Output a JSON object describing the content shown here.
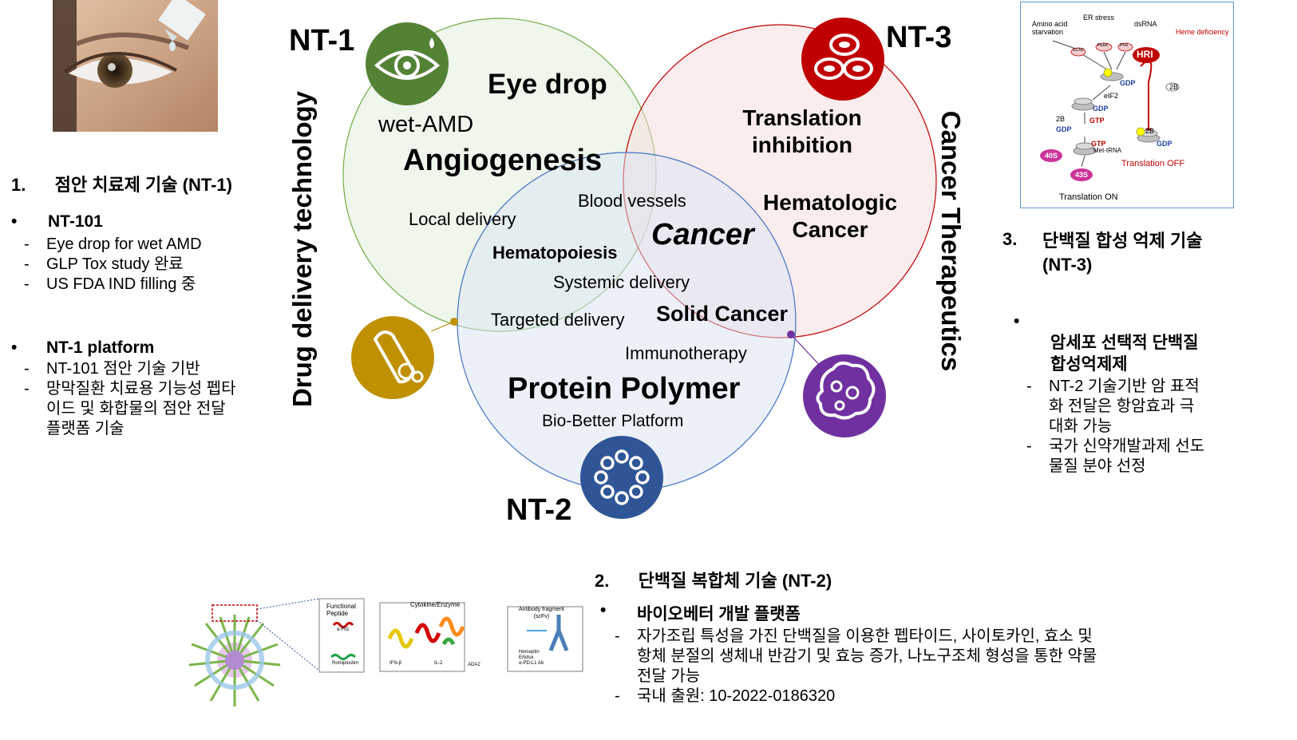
{
  "nt1": {
    "label": "NT-1",
    "section_num": "1.",
    "section_title": "점안 치료제 기술 (NT-1)",
    "bullet1": "NT-101",
    "bullet1_items": [
      "Eye drop for wet AMD",
      "GLP Tox study 완료",
      "US FDA IND filling 중"
    ],
    "bullet2": "NT-1 platform",
    "bullet2_items": [
      "NT-101 점안 기술 기반",
      "망막질환 치료용 기능성 펩타\n이드 및 화합물의 점안 전달\n플랫폼 기술"
    ]
  },
  "nt2": {
    "label": "NT-2",
    "section_num": "2.",
    "section_title": "단백질 복합체 기술 (NT-2)",
    "bullet1": "바이오베터 개발 플랫폼",
    "items": [
      "자가조립 특성을 가진 단백질을 이용한 펩타이드, 사이토카인, 효소 및\n항체 분절의 생체내 반감기 및 효능 증가, 나노구조체 형성을 통한 약물\n전달 가능",
      "국내 출원: 10-2022-0186320"
    ]
  },
  "nt3": {
    "label": "NT-3",
    "section_num": "3.",
    "section_title": "단백질 합성 억제 기술\n(NT-3)",
    "bullet1": "암세포 선택적 단백질\n합성억제제",
    "items": [
      "NT-2 기술기반 암 표적\n화 전달은 항암효과 극\n대화 가능",
      "국가 신약개발과제 선도\n물질 분야 선정"
    ]
  },
  "venn": {
    "side_left": "Drug delivery technology",
    "side_right": "Cancer Therapeutics",
    "eye_drop": "Eye drop",
    "wet_amd": "wet-AMD",
    "angiogenesis": "Angiogenesis",
    "translation_inhibition": "Translation\ninhibition",
    "hematologic_cancer": "Hematologic\nCancer",
    "blood_vessels": "Blood vessels",
    "local_delivery": "Local delivery",
    "cancer": "Cancer",
    "hematopoiesis": "Hematopoiesis",
    "systemic_delivery": "Systemic delivery",
    "targeted_delivery": "Targeted delivery",
    "solid_cancer": "Solid Cancer",
    "immunotherapy": "Immunotherapy",
    "protein_polymer": "Protein Polymer",
    "bio_better": "Bio-Better Platform"
  },
  "pathway": {
    "amino_acid": "Amino acid\nstarvation",
    "er_stress": "ER stress",
    "dsrna": "dsRNA",
    "heme_def": "Heme deficiency",
    "gcn2": "GCN2",
    "perk": "PERK",
    "pkr": "PKR",
    "hri": "HRI",
    "eif2": "eIF2",
    "gdp": "GDP",
    "gtp": "GTP",
    "b2": "2B",
    "met_trna": "Met-tRNA",
    "s40": "40S",
    "s43": "43S",
    "translation_on": "Translation ON",
    "translation_off": "Translation OFF"
  },
  "nano": {
    "functional_peptide": "Functional\nPeptide",
    "cytokine_enzyme": "Cytokine/Enzyme",
    "antibody_fragment": "Antibody fragment\n(scFv)",
    "ifn": "IFN-β",
    "il2": "IL-2",
    "ada2": "ADA2",
    "herceptin": "Herceptin\nErbitux\nα-PD-L1 Ab",
    "aflt1": "α-Flt1",
    "romiplostim": "Romiplostim"
  },
  "colors": {
    "green": "#548235",
    "red": "#c00000",
    "blue": "#2f5597",
    "gold": "#bf9000",
    "purple": "#7030a0"
  },
  "icons": [
    "eye-drop-icon",
    "red-blood-cells-icon",
    "blood-vessel-icon",
    "cancer-cell-icon",
    "protein-ring-icon"
  ]
}
